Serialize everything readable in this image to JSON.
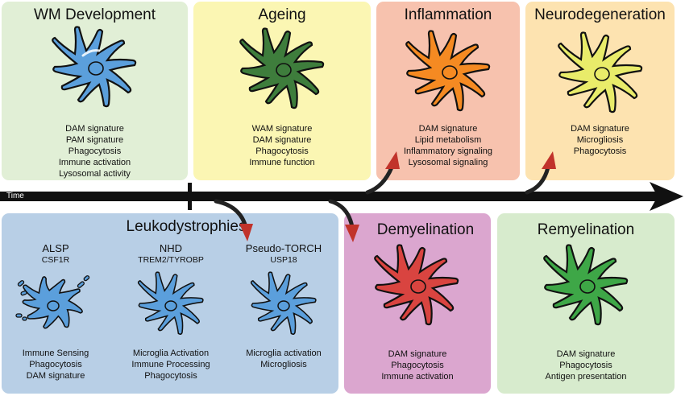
{
  "timeline": {
    "label": "Time"
  },
  "colors": {
    "wm_dev_panel": "#e1efd6",
    "ageing_panel": "#fbf6b3",
    "inflammation_panel": "#f7c2ae",
    "neurodegeneration_panel": "#fde3b0",
    "leukodystrophies_panel": "#b8cfe6",
    "demyelination_panel": "#dba6cf",
    "remyelination_panel": "#d7ebcd",
    "cell_blue": "#5b9fdc",
    "cell_darkgreen": "#3e7d3c",
    "cell_orange": "#f58a22",
    "cell_yellow": "#e9ec6a",
    "cell_red": "#d94440",
    "cell_green": "#3ea747",
    "arrow_red": "#c1332b"
  },
  "panels": {
    "wm_development": {
      "title": "WM Development",
      "lines": [
        "DAM signature",
        "PAM signature",
        "Phagocytosis",
        "Immune activation",
        "Lysosomal activity"
      ]
    },
    "ageing": {
      "title": "Ageing",
      "lines": [
        "WAM signature",
        "DAM signature",
        "Phagocytosis",
        "Immune function"
      ]
    },
    "inflammation": {
      "title": "Inflammation",
      "lines": [
        "DAM signature",
        "Lipid metabolism",
        "Inflammatory signaling",
        "Lysosomal signaling"
      ]
    },
    "neurodegeneration": {
      "title": "Neurodegeneration",
      "lines": [
        "DAM signature",
        "Microgliosis",
        "Phagocytosis"
      ]
    },
    "leukodystrophies": {
      "title": "Leukodystrophies",
      "columns": [
        {
          "name": "ALSP",
          "gene": "CSF1R",
          "lines": [
            "Immune Sensing",
            "Phagocytosis",
            "DAM signature"
          ]
        },
        {
          "name": "NHD",
          "gene": "TREM2/TYROBP",
          "lines": [
            "Microglia Activation",
            "Immune Processing",
            "Phagocytosis"
          ]
        },
        {
          "name": "Pseudo-TORCH",
          "gene": "USP18",
          "lines": [
            "Microglia activation",
            "Microgliosis"
          ]
        }
      ]
    },
    "demyelination": {
      "title": "Demyelination",
      "lines": [
        "DAM signature",
        "Phagocytosis",
        "Immune activation"
      ]
    },
    "remyelination": {
      "title": "Remyelination",
      "lines": [
        "DAM signature",
        "Phagocytosis",
        "Antigen presentation"
      ]
    }
  }
}
